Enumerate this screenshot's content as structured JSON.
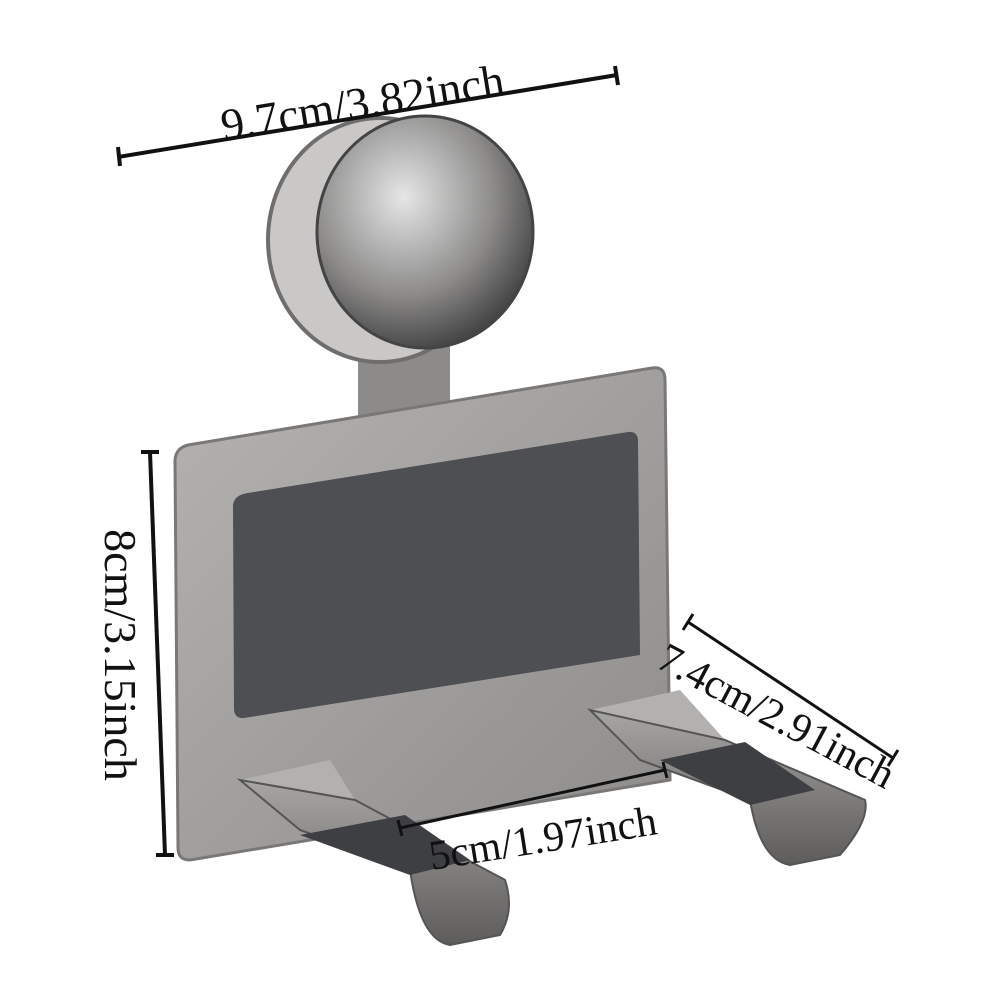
{
  "dimensions": {
    "width": "9.7cm/3.82inch",
    "height": "8cm/3.15inch",
    "depth": "7.4cm/2.91inch",
    "hook_spacing": "5cm/1.97inch"
  },
  "colors": {
    "metal": "#9a9896",
    "pad": "#505154",
    "line": "#111111"
  }
}
